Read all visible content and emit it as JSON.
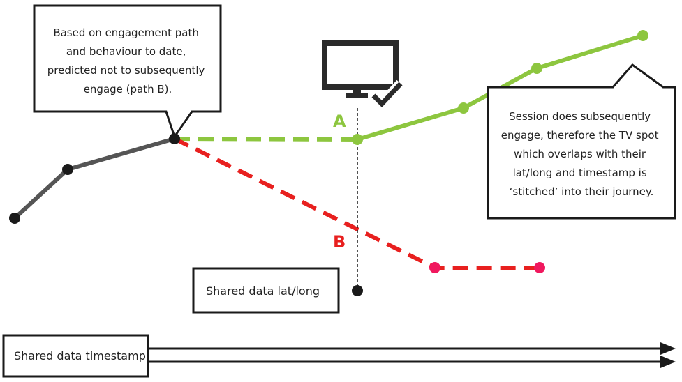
{
  "callouts": {
    "prediction": {
      "lines": [
        "Based on engagement path",
        "and behaviour to date,",
        "predicted not to subsequently",
        "engage (path B)."
      ]
    },
    "session": {
      "lines": [
        "Session does subsequently",
        "engage, therefore the TV spot",
        "which overlaps with their",
        "lat/long and timestamp is",
        "‘stitched’ into their journey."
      ]
    }
  },
  "labels": {
    "path_a": "A",
    "path_b": "B",
    "shared_latlong": "Shared data lat/long",
    "shared_timestamp": "Shared data timestamp"
  },
  "icons": {
    "tv": "tv-monitor-check-icon"
  },
  "colors": {
    "gray_path": "#555555",
    "green_path": "#8dc63f",
    "red_path": "#e8201f",
    "pink_node": "#f0185e",
    "node_dark": "#1a1a1a",
    "stroke_dark": "#1a1a1a"
  }
}
